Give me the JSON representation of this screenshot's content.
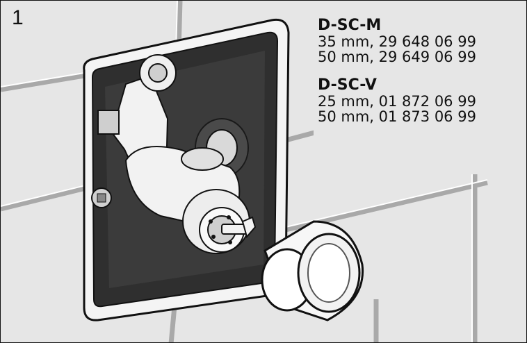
{
  "figure": {
    "step_number": "1",
    "groups": [
      {
        "title": "D-SC-M",
        "lines": [
          "35 mm, 29 648 06 99",
          "50 mm, 29 649 06 99"
        ]
      },
      {
        "title": "D-SC-V",
        "lines": [
          "25 mm, 01 872 06 99",
          "50 mm, 01 873 06 99"
        ]
      }
    ]
  },
  "colors": {
    "tile": "#e6e6e6",
    "grout": "#bdbdbd",
    "box_dark": "#2f2f2f",
    "outline": "#111111",
    "part_light": "#f2f2f2",
    "part_mid": "#cfcfcf"
  }
}
